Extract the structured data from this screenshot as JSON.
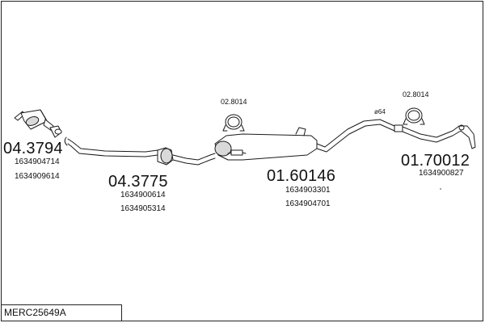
{
  "diagram": {
    "set_code": "MERC25649A",
    "parts": [
      {
        "id": "front-cat",
        "part_no": "04.3794",
        "oem": [
          "1634904714",
          "1634909614"
        ]
      },
      {
        "id": "center-cat",
        "part_no": "04.3775",
        "oem": [
          "1634900614",
          "1634905314"
        ]
      },
      {
        "id": "middle-silencer",
        "part_no": "01.60146",
        "oem": [
          "1634903301",
          "1634904701"
        ]
      },
      {
        "id": "rear-pipe",
        "part_no": "01.70012",
        "oem": [
          "1634900827"
        ]
      }
    ],
    "clamps": [
      {
        "id": "clamp-left",
        "label": "02.8014"
      },
      {
        "id": "clamp-right",
        "label": "02.8014"
      }
    ],
    "pipe_size": "ø64",
    "colors": {
      "line": "#1a1a1a",
      "fill": "#ffffff",
      "shade": "#d9d9d9"
    }
  }
}
